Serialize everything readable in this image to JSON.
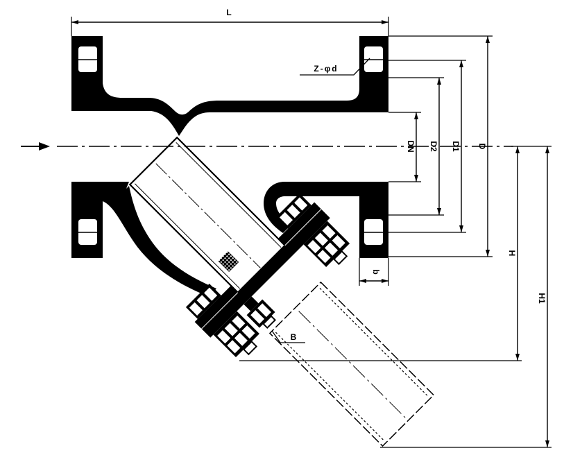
{
  "colors": {
    "ink": "#000000",
    "paper": "#ffffff"
  },
  "icons": {
    "flow_arrow": "arrow-right-icon"
  },
  "labels": {
    "L": "L",
    "Z_phi_d": "Z-φd",
    "DN": "DN",
    "D2": "D2",
    "D1": "D1",
    "D": "D",
    "H": "H",
    "H1": "H1",
    "b": "b",
    "B": "B"
  }
}
